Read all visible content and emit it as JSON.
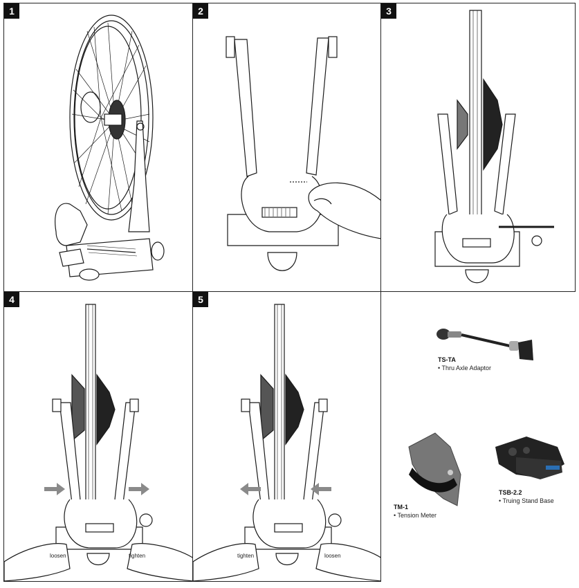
{
  "panels": [
    {
      "number": "1"
    },
    {
      "number": "2"
    },
    {
      "number": "3"
    },
    {
      "number": "4",
      "left_label": "loosen",
      "right_label": "tighten"
    },
    {
      "number": "5",
      "left_label": "tighten",
      "right_label": "loosen"
    }
  ],
  "products": [
    {
      "code": "TS-TA",
      "name": "• Thru Axle Adaptor"
    },
    {
      "code": "TM-1",
      "name": "• Tension Meter"
    },
    {
      "code": "TSB-2.2",
      "name": "• Truing Stand Base"
    }
  ],
  "colors": {
    "arrow": "#8a8a8a",
    "line": "#1a1a1a",
    "accent": "#2a6fb4"
  }
}
